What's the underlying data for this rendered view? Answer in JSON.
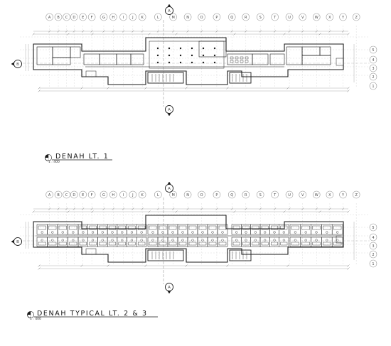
{
  "plans": [
    {
      "title": "DENAH LT. 1",
      "scale": "1 : 400",
      "grid_letters": [
        "A",
        "B",
        "C",
        "D",
        "E",
        "F",
        "G",
        "H",
        "I",
        "J",
        "K",
        "L",
        "M",
        "N",
        "O",
        "P",
        "Q",
        "R",
        "S",
        "T",
        "U",
        "V",
        "W",
        "X",
        "Y",
        "Z"
      ],
      "grid_numbers": [
        "1",
        "2",
        "3",
        "4",
        "5"
      ],
      "section_marks": [
        "A",
        "B"
      ]
    },
    {
      "title": "DENAH TYPICAL LT. 2 & 3",
      "scale": "1 : 400",
      "grid_letters": [
        "A",
        "B",
        "C",
        "D",
        "E",
        "F",
        "G",
        "H",
        "I",
        "J",
        "K",
        "L",
        "M",
        "N",
        "O",
        "P",
        "Q",
        "R",
        "S",
        "T",
        "U",
        "V",
        "W",
        "X",
        "Y",
        "Z"
      ],
      "grid_numbers": [
        "1",
        "2",
        "3",
        "4",
        "5"
      ],
      "section_marks": [
        "A",
        "B"
      ]
    }
  ],
  "colors": {
    "line": "#1a1a1a",
    "grid": "#9a9a9a",
    "paper": "#ffffff"
  }
}
